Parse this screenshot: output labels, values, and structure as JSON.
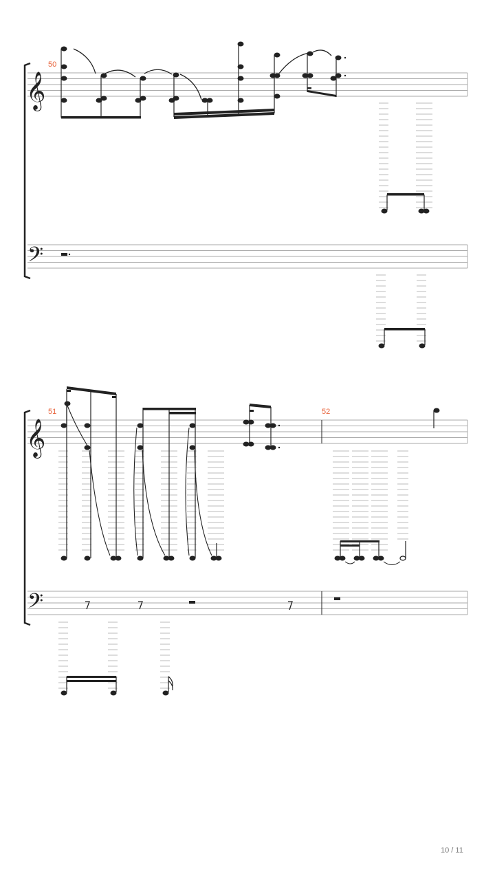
{
  "page": {
    "number_label": "10 / 11"
  },
  "colors": {
    "measure_number": "#e8643c",
    "ink": "#222222",
    "staff_line": "#aaaaaa",
    "ledger": "#bbbbbb"
  },
  "systems": [
    {
      "measures": [
        {
          "number": "50"
        }
      ],
      "staves": [
        {
          "clef": "treble-clef-icon"
        },
        {
          "clef": "bass-clef-icon"
        }
      ]
    },
    {
      "measures": [
        {
          "number": "51"
        },
        {
          "number": "52"
        }
      ],
      "staves": [
        {
          "clef": "treble-clef-icon"
        },
        {
          "clef": "bass-clef-icon"
        }
      ]
    }
  ]
}
